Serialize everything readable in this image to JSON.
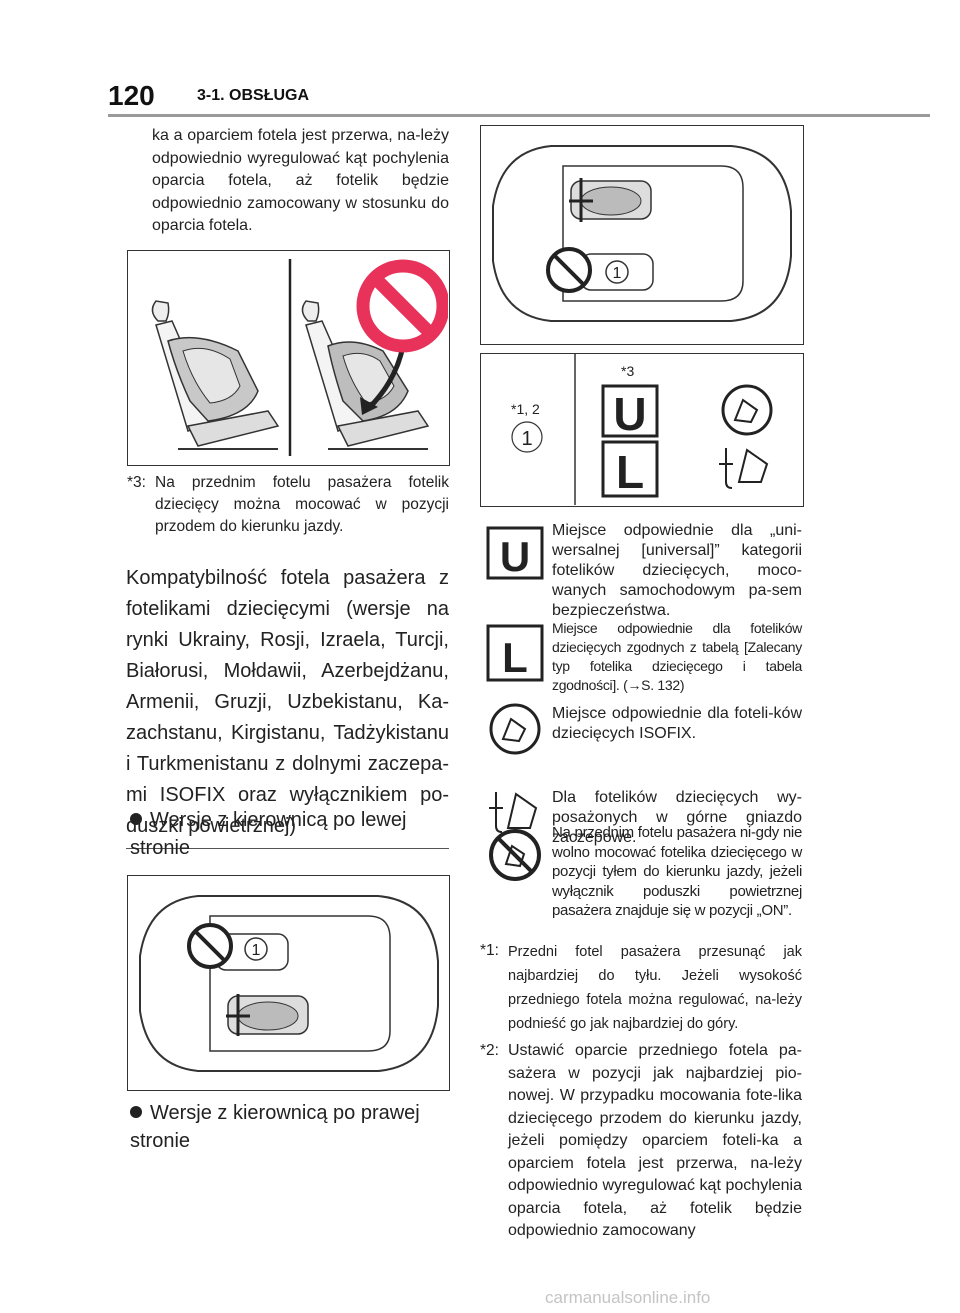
{
  "header": {
    "page_number": "120",
    "section": "3-1. OBSŁUGA"
  },
  "intro_text": "ka a oparciem fotela jest przerwa, na-leży odpowiednio wyregulować kąt pochylenia oparcia fotela, aż fotelik będzie odpowiednio zamocowany w stosunku do oparcia fotela.",
  "note3": {
    "marker": "*3:",
    "text": "Na przednim fotelu pasażera fotelik dziecięcy można mocować w pozycji przodem do kierunku jazdy."
  },
  "section_heading": "Kompatybilność fotela pasażera z fotelikami dziecięcymi (wersje na rynki Ukrainy, Rosji, Izraela, Turcji, Białorusi, Mołdawii, Azerbejdżanu, Armenii, Gruzji, Uzbekistanu, Ka-zachstanu, Kirgistanu, Tadżykistanu i Turkmenistanu z dolnymi zaczepa-mi ISOFIX oraz wyłącznikiem po-duszki powietrznej)",
  "bullets": {
    "left_drive": "Wersje z kierownicą po lewej stronie",
    "right_drive": "Wersje z kierownicą po prawej stronie"
  },
  "diagram_labels": {
    "seat_number": "1",
    "table_left": "*1, 2",
    "table_right": "*3",
    "table_number": "1",
    "letter_u": "U",
    "letter_l": "L"
  },
  "legend": [
    {
      "icon": "universal-u-icon",
      "text": "Miejsce odpowiednie dla „uni-wersalnej [universal]” kategorii fotelików dziecięcych, moco-wanych samochodowym pa-sem bezpieczeństwa."
    },
    {
      "icon": "l-category-icon",
      "text": "Miejsce odpowiednie dla fotelików dziecięcych zgodnych z tabelą [Zalecany typ fotelika dziecięcego i tabela zgodności]. (→S. 132)"
    },
    {
      "icon": "isofix-seat-icon",
      "text": "Miejsce odpowiednie dla foteli-ków dziecięcych ISOFIX."
    },
    {
      "icon": "top-tether-anchor-icon",
      "text": "Dla fotelików dziecięcych wy-posażonych w górne gniazdo zaczepowe."
    },
    {
      "icon": "prohibited-rear-facing-icon",
      "text": "Na przednim fotelu pasażera ni-gdy nie wolno mocować fotelika dziecięcego w pozycji tyłem do kierunku jazdy, jeżeli wyłącznik poduszki powietrznej pasażera znajduje się w pozycji „ON”."
    }
  ],
  "footnotes": [
    {
      "marker": "*1:",
      "text": "Przedni fotel pasażera przesunąć jak najbardziej do tyłu. Jeżeli wysokość przedniego fotela można regulować, na-leży podnieść go jak najbardziej do góry."
    },
    {
      "marker": "*2:",
      "text": "Ustawić oparcie przedniego fotela pa-sażera w pozycji jak najbardziej pio-nowej. W przypadku mocowania fote-lika dziecięcego przodem do kierunku jazdy, jeżeli pomiędzy oparciem foteli-ka a oparciem fotela jest przerwa, na-leży odpowiednio wyregulować kąt pochylenia oparcia fotela, aż fotelik będzie odpowiednio zamocowany"
    }
  ],
  "watermark": "carmanualsonline.info",
  "colors": {
    "prohibit_red": "#e8325a",
    "seat_gray": "#c8c8c8",
    "rule_gray": "#9a9a9a"
  }
}
